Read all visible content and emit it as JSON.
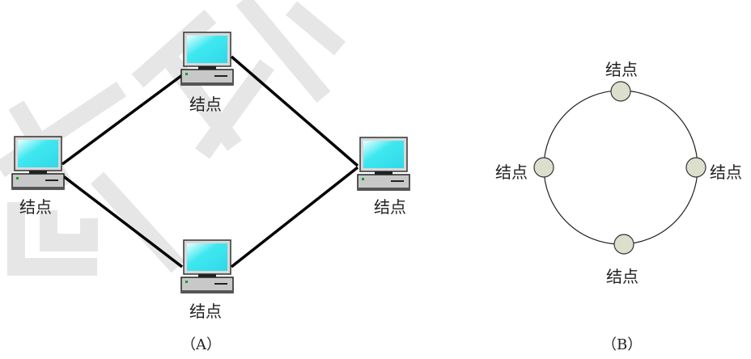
{
  "watermark": "高伴",
  "diagram_a": {
    "caption": "（A）",
    "nodes": [
      {
        "label": "结点"
      },
      {
        "label": "结点"
      },
      {
        "label": "结点"
      },
      {
        "label": "结点"
      }
    ]
  },
  "diagram_b": {
    "caption": "（B）",
    "nodes": [
      {
        "label": "结点"
      },
      {
        "label": "结点"
      },
      {
        "label": "结点"
      },
      {
        "label": "结点"
      }
    ]
  },
  "colors": {
    "screen": "#3fe8f0",
    "case": "#c8c8c8",
    "ring_node": "#dcdfcc",
    "line": "#000000"
  }
}
